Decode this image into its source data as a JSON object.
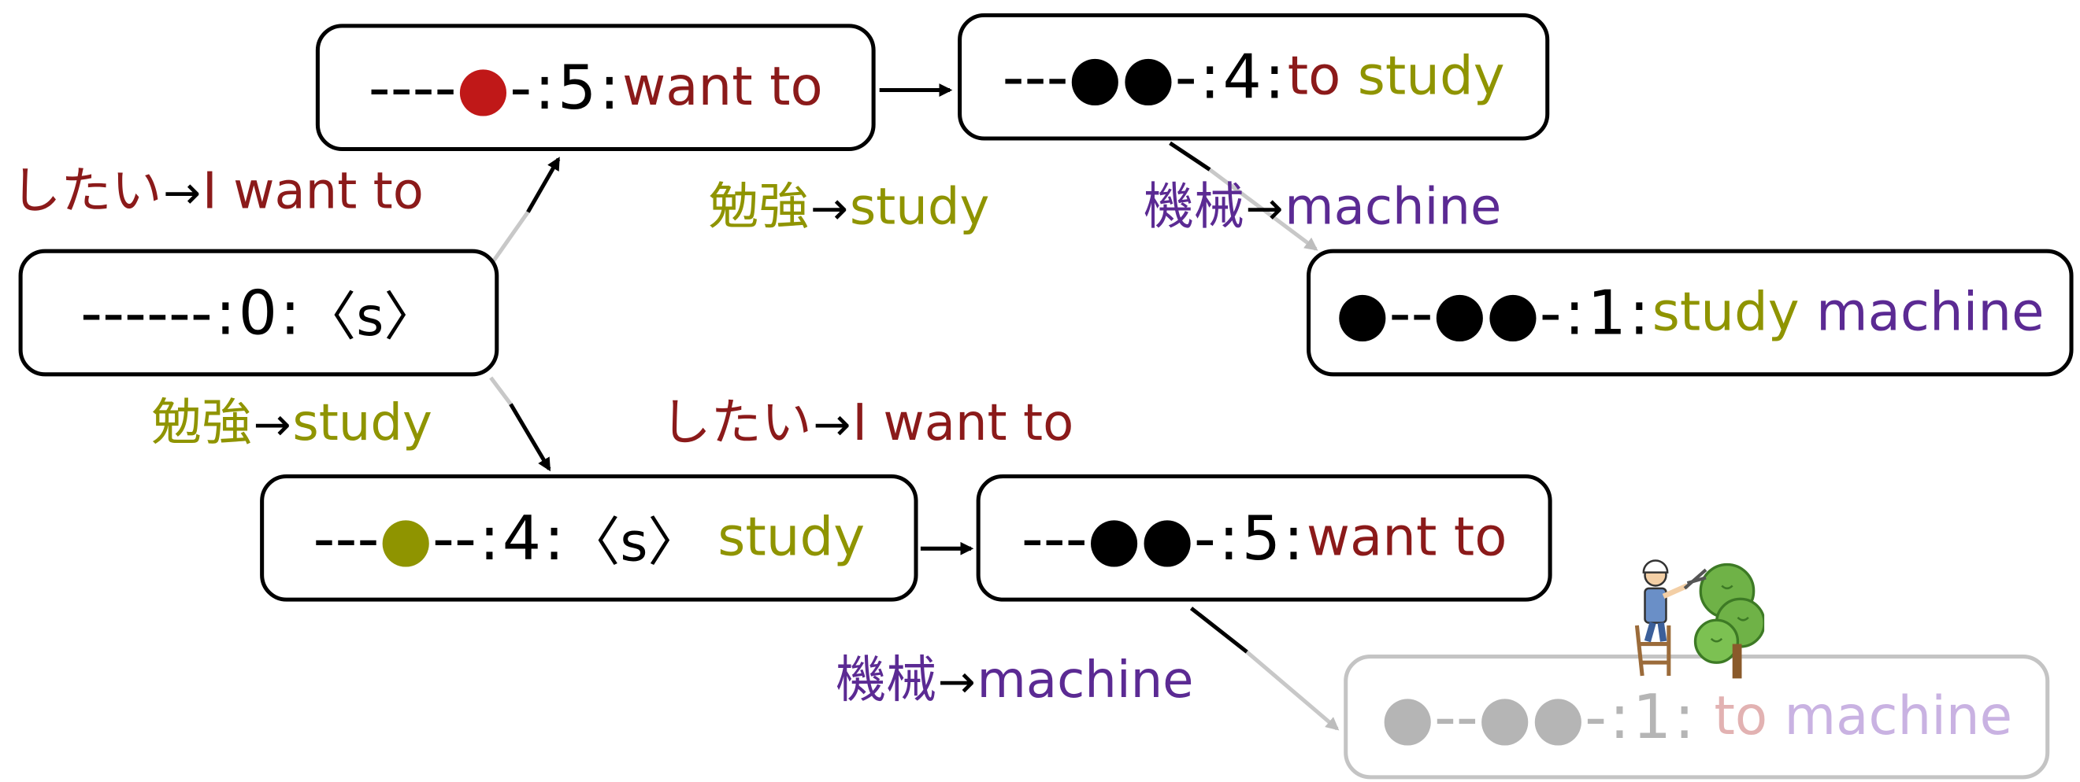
{
  "colors": {
    "japanese_source_red": "#8b1a1a",
    "study_olive": "#8f9400",
    "machine_purple": "#5b2a93",
    "covered_dot_red": "#c01818",
    "faded_gray": "#c4c4c4"
  },
  "nodes": {
    "root": {
      "coverage": "------",
      "separator": ":",
      "score": "0",
      "history_parts": [
        "〈s〉"
      ]
    },
    "want_to_a": {
      "coverage": "----●-",
      "separator": ":",
      "score": "5",
      "history_parts": [
        "want to"
      ]
    },
    "to_study": {
      "coverage": "---●●-",
      "separator": ":",
      "score": "4",
      "history_parts": [
        "to",
        "study"
      ]
    },
    "study_machine": {
      "coverage": "●--●●-",
      "separator": ":",
      "score": "1",
      "history_parts": [
        "study",
        "machine"
      ]
    },
    "s_study": {
      "coverage": "---●--",
      "separator": ":",
      "score": "4",
      "history_parts": [
        "〈s〉",
        "study"
      ]
    },
    "want_to_b": {
      "coverage": "---●●-",
      "separator": ":",
      "score": "5",
      "history_parts": [
        "want to"
      ]
    },
    "to_machine": {
      "coverage": "●--●●-",
      "separator": ":",
      "score": "1",
      "history_parts": [
        "to",
        "machine"
      ],
      "pruned": true
    }
  },
  "edge_labels": [
    {
      "id": "root-to-want",
      "source": "したい",
      "arrow": "→",
      "target": "I want to"
    },
    {
      "id": "want-to-study",
      "source": "勉強",
      "arrow": "→",
      "target": "study"
    },
    {
      "id": "study-to-machine",
      "source": "機械",
      "arrow": "→",
      "target": "machine"
    },
    {
      "id": "root-to-study",
      "source": "勉強",
      "arrow": "→",
      "target": "study"
    },
    {
      "id": "study-to-want",
      "source": "したい",
      "arrow": "→",
      "target": "I want to"
    },
    {
      "id": "want-to-machine",
      "source": "機械",
      "arrow": "→",
      "target": "machine"
    }
  ],
  "icons": {
    "pruning": "gardener-pruning-tree-icon"
  }
}
